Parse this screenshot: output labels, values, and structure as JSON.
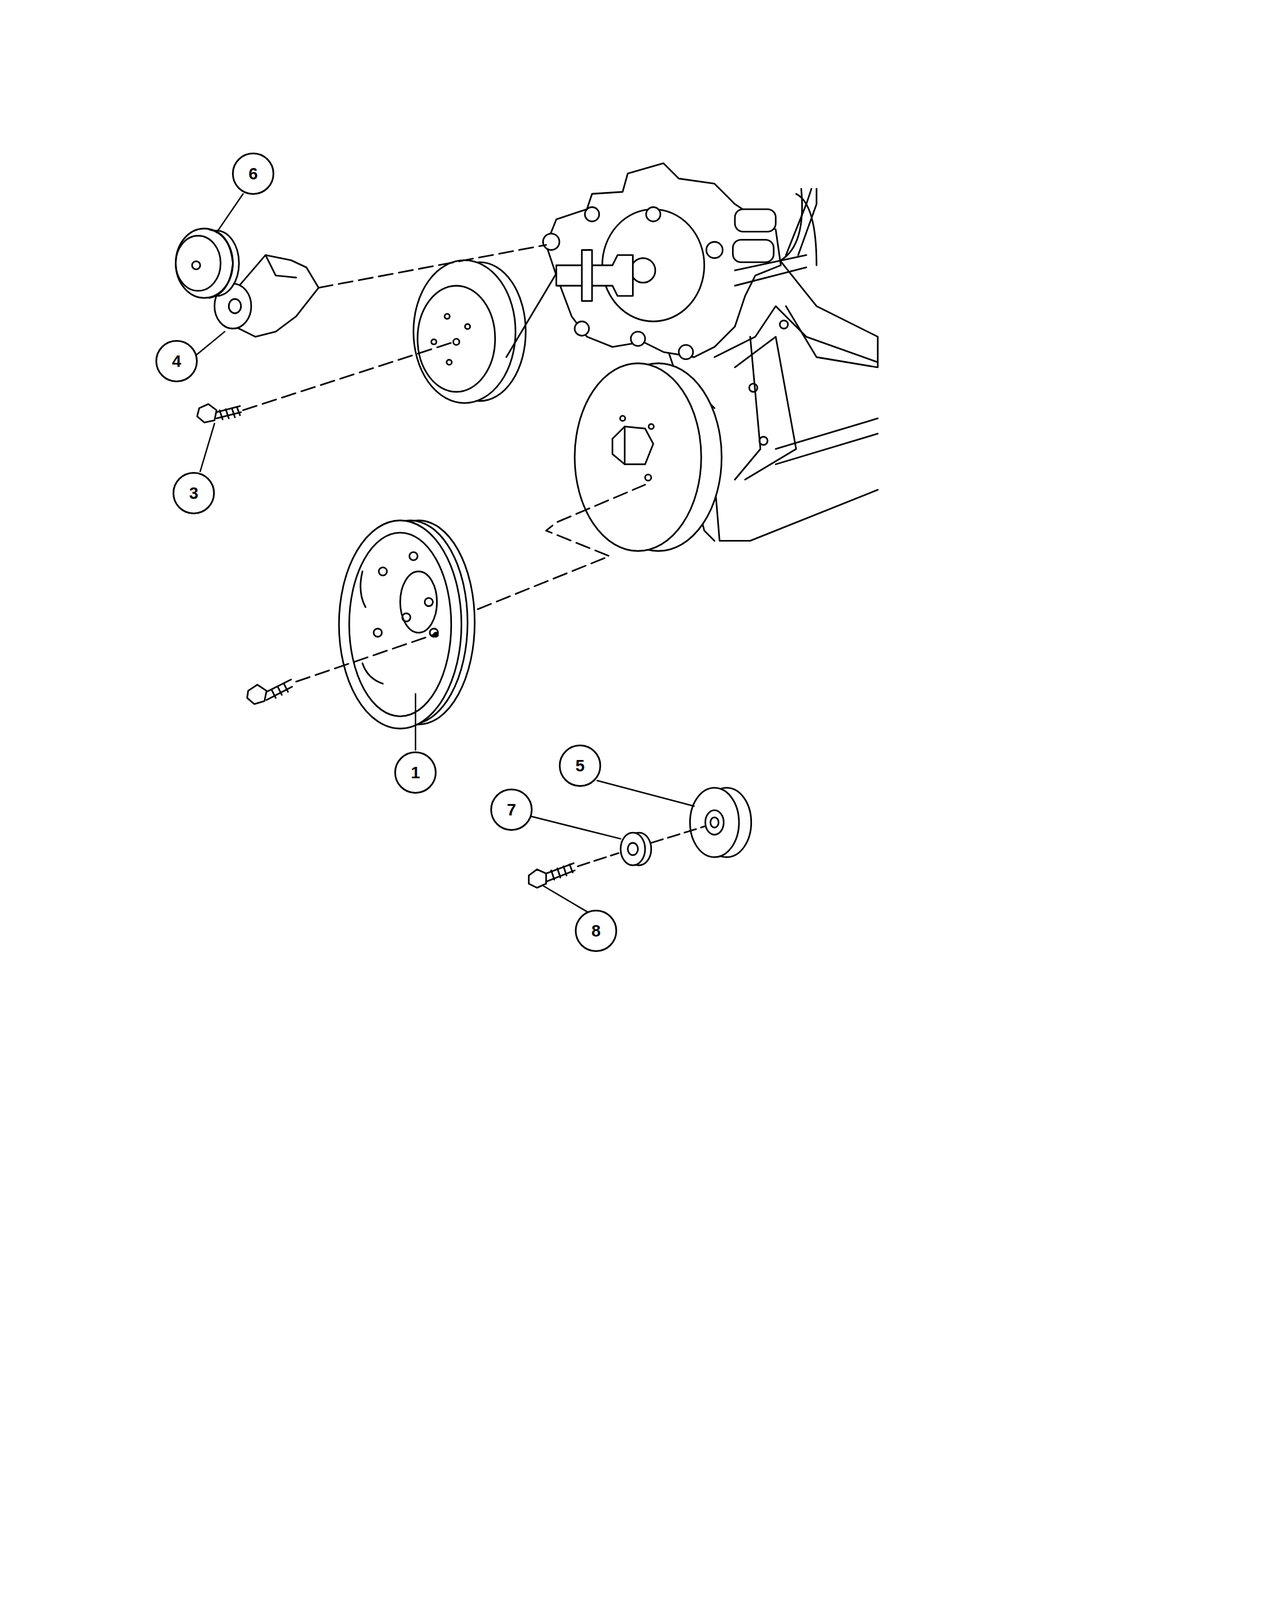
{
  "diagram": {
    "nodes": [
      {
        "text": [
          "6"
        ]
      },
      {
        "text": [
          "4"
        ]
      },
      {
        "text": [
          "3"
        ]
      },
      {
        "text": [
          "1"
        ]
      },
      {
        "text": [
          "5"
        ]
      },
      {
        "text": [
          "7"
        ]
      },
      {
        "text": [
          "8"
        ]
      }
    ]
  }
}
